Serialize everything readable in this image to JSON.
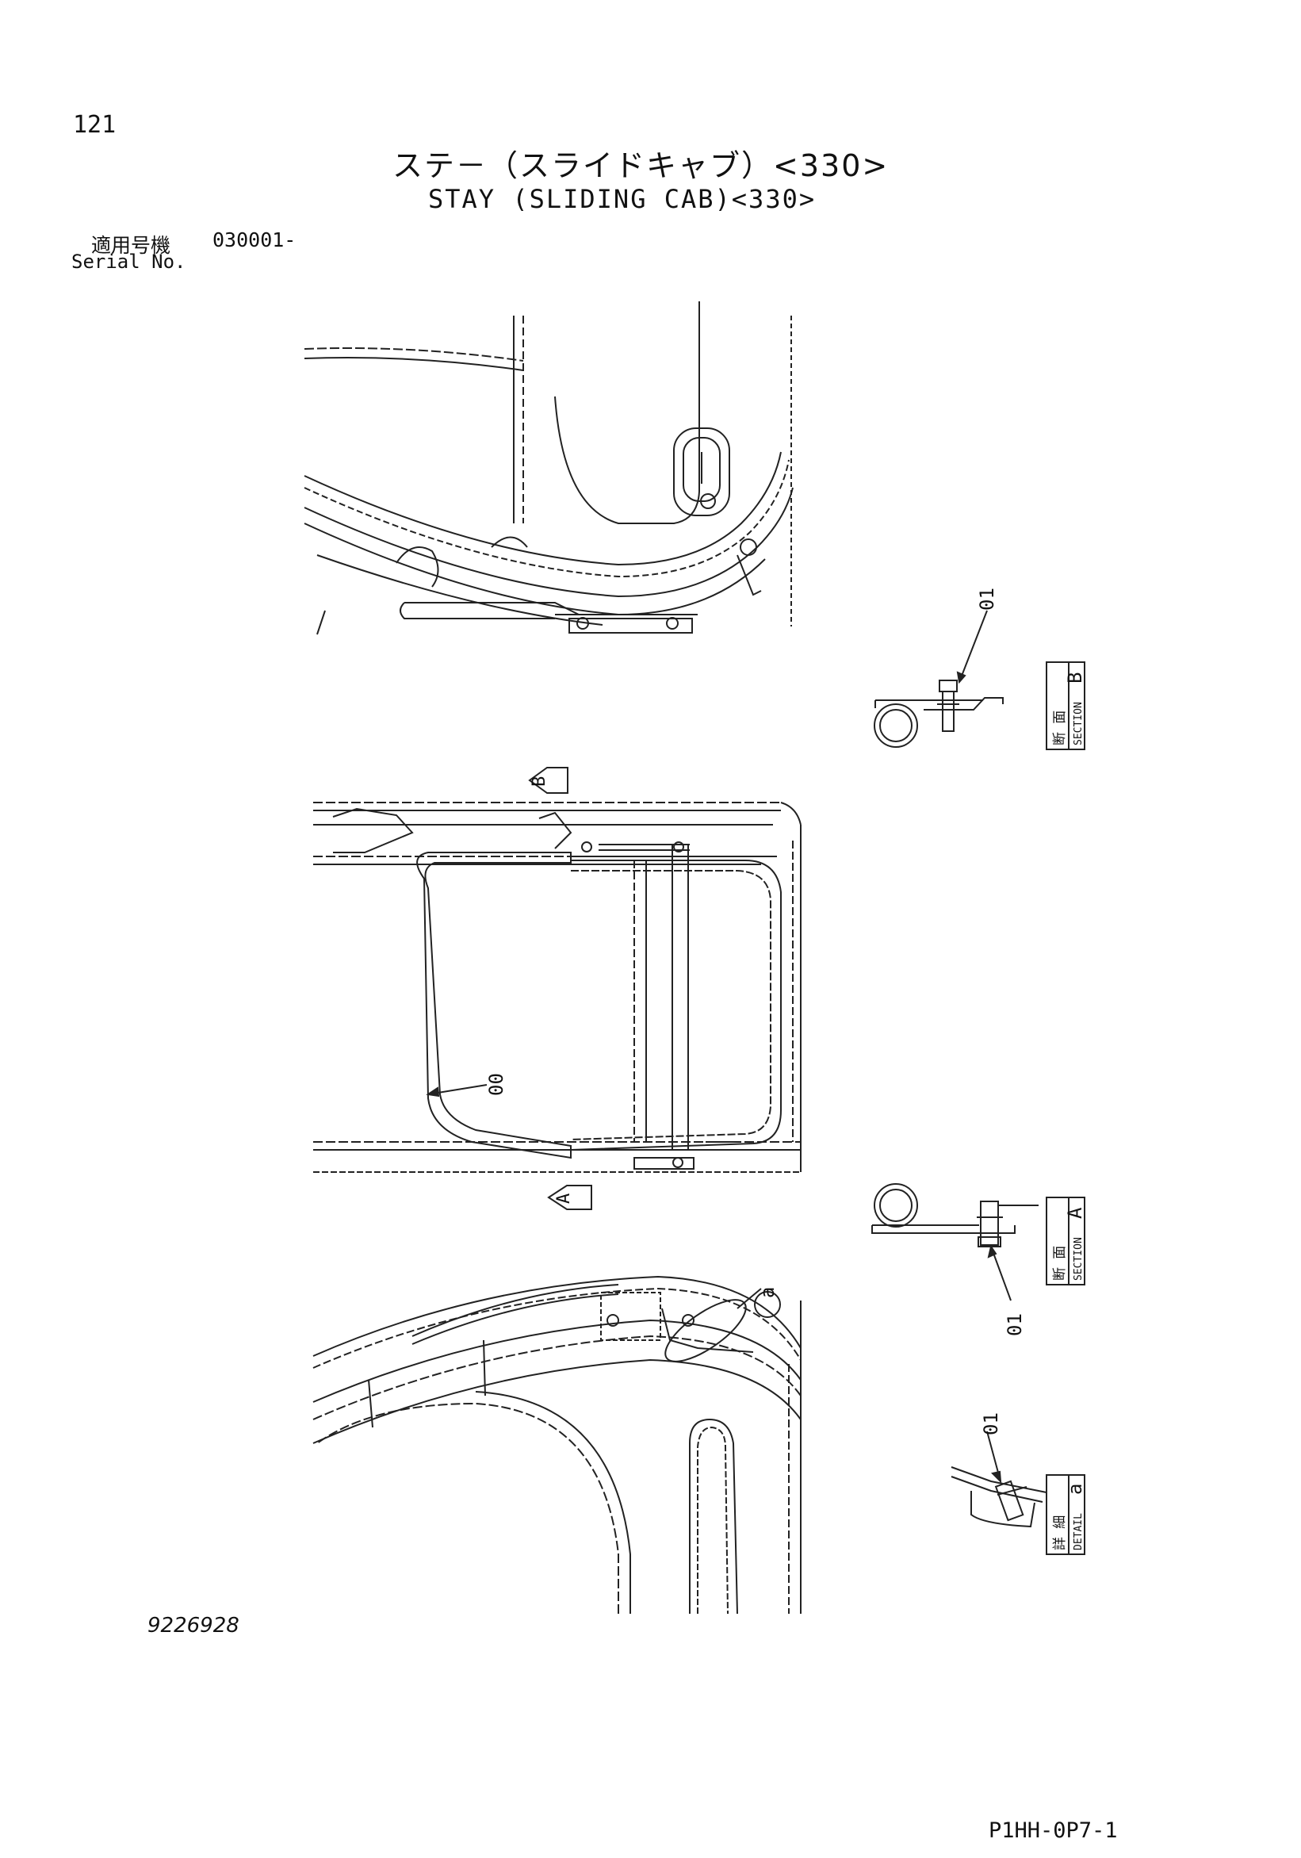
{
  "header": {
    "page_number": "121",
    "title_jp": "ステ－（スライドキャブ）<330>",
    "title_en": "STAY (SLIDING CAB)<330>",
    "serial_label_jp": "適用号機",
    "serial_value": "030001-",
    "serial_label_en": "Serial No."
  },
  "callouts": {
    "part_00": "00",
    "part_01_section_b": "01",
    "part_01_section_a": "01",
    "part_01_detail_a": "01",
    "view_b": "B",
    "view_a": "A",
    "detail_a": "a"
  },
  "section_boxes": {
    "section_b": {
      "jp": "断 面",
      "en": "SECTION",
      "letter": "B"
    },
    "section_a": {
      "jp": "断 面",
      "en": "SECTION",
      "letter": "A"
    },
    "detail_a": {
      "jp": "詳 細",
      "en": "DETAIL",
      "letter": "a"
    }
  },
  "footer": {
    "drawing_number": "9226928",
    "sheet_code": "P1HH-0P7-1"
  }
}
